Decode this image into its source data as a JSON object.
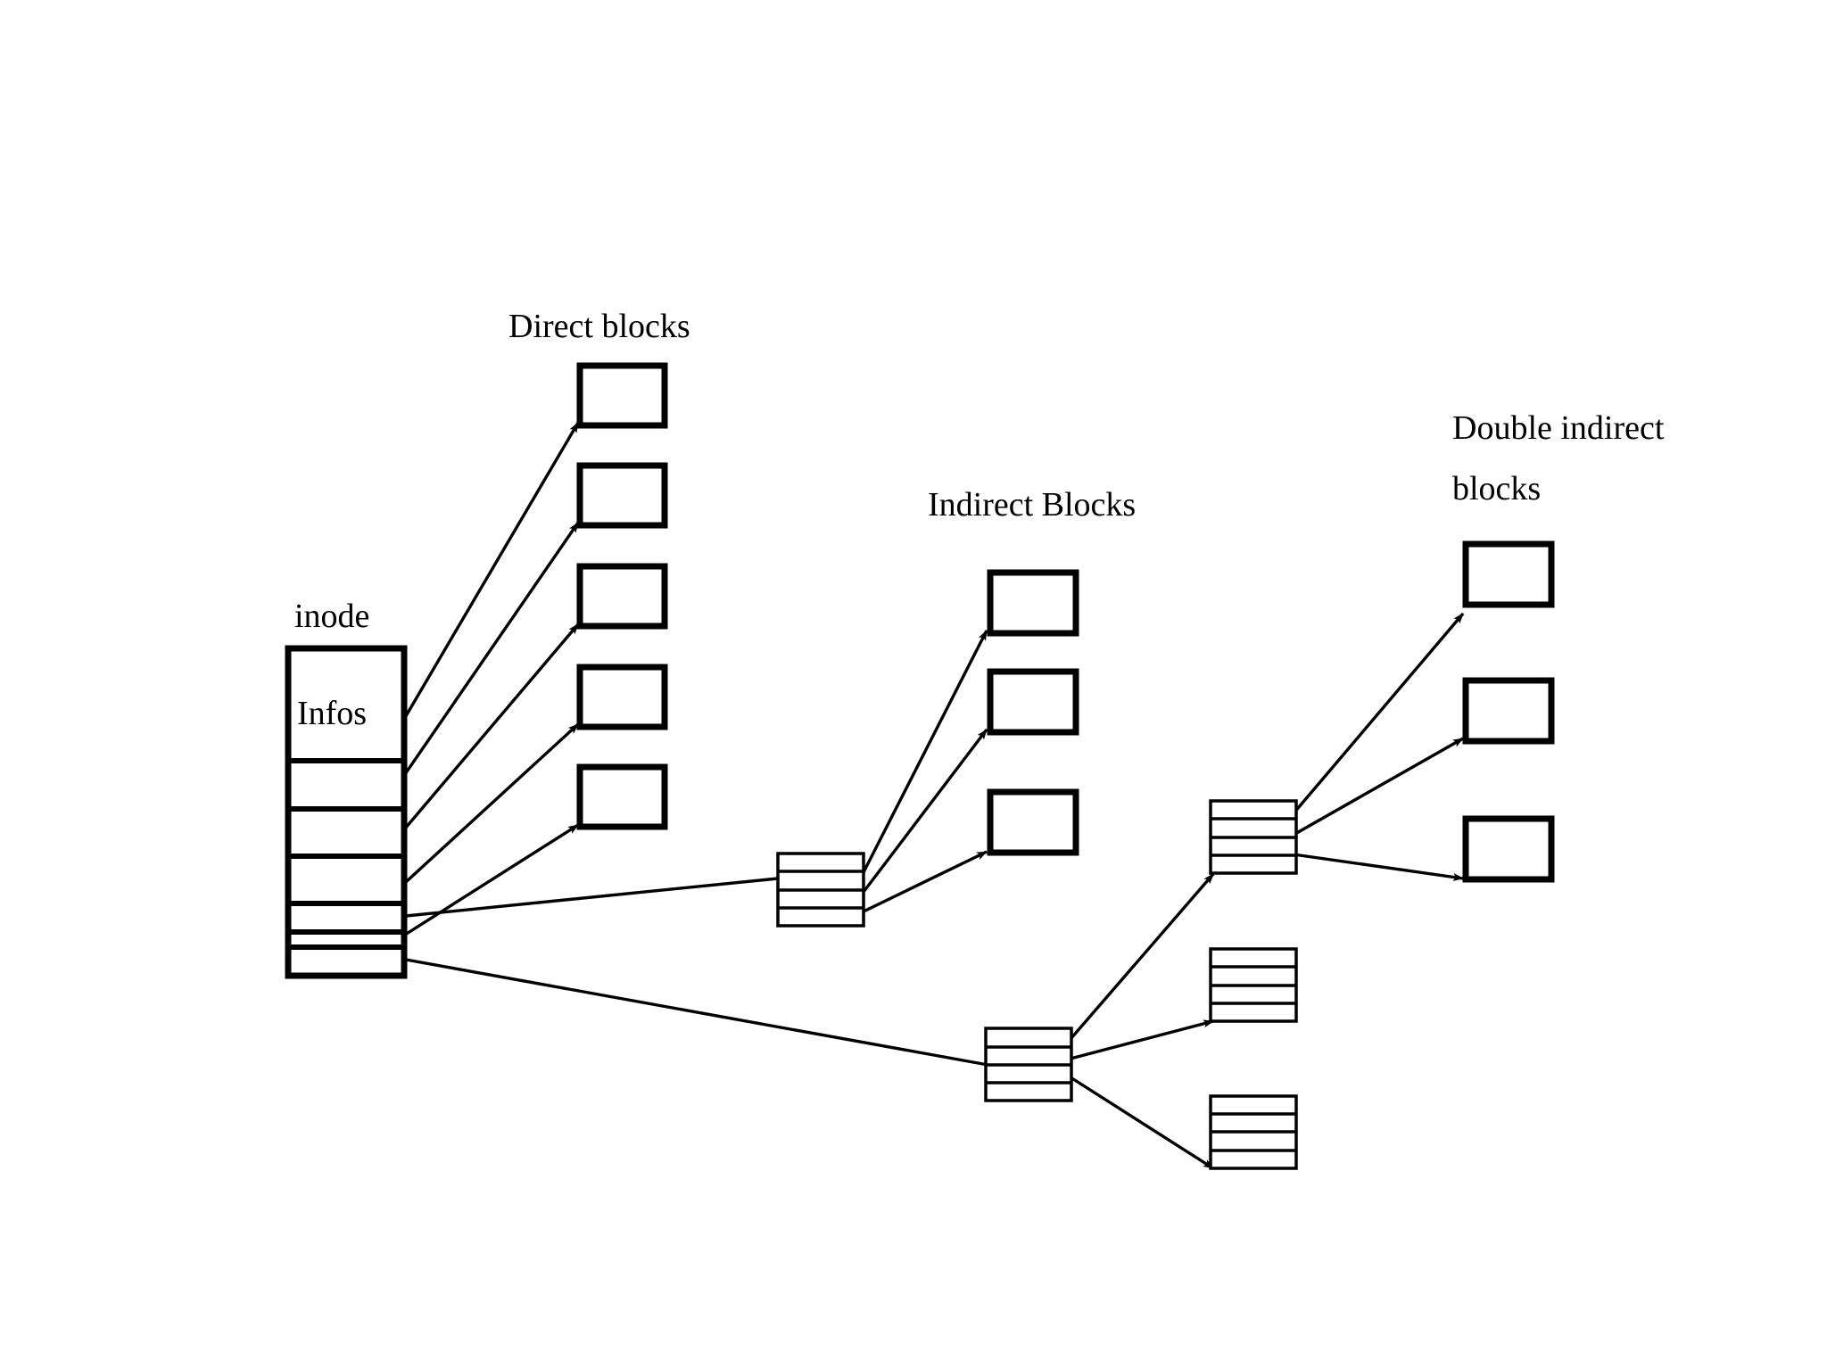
{
  "diagram": {
    "title": "inode block pointer structure",
    "background_color": "#ffffff",
    "stroke_color": "#000000",
    "labels": {
      "inode": "inode",
      "infos": "Infos",
      "direct_blocks": "Direct blocks",
      "indirect_blocks": "Indirect Blocks",
      "double_indirect_line1": "Double indirect",
      "double_indirect_line2": "blocks"
    },
    "inode": {
      "name": "inode",
      "info_cell_label": "Infos",
      "pointer_cell_count": 6,
      "total_cell_count": 7
    },
    "groups": [
      {
        "id": "direct",
        "label": "Direct blocks",
        "block_count": 5,
        "block_style": "thick-bordered empty rectangle"
      },
      {
        "id": "indirect",
        "label": "Indirect Blocks",
        "pointer_table_rows": 4,
        "block_count": 3,
        "block_style": "thick-bordered empty rectangle"
      },
      {
        "id": "double-indirect",
        "label": "Double indirect blocks",
        "pointer_table_rows": 4,
        "second_level_table_count": 3,
        "second_level_table_rows": 4,
        "block_count": 3,
        "block_style": "thick-bordered empty rectangle"
      }
    ],
    "arrow_count": 17
  }
}
